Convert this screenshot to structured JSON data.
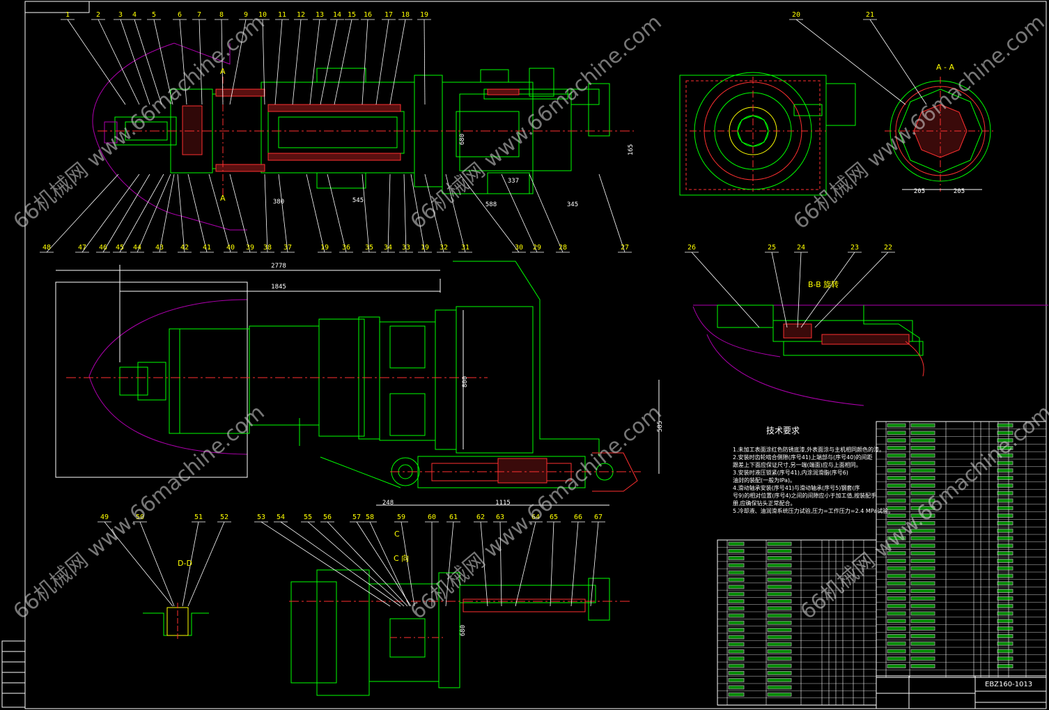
{
  "colors": {
    "background": "#000000",
    "outline": "#00ff00",
    "leader": "#ffffff",
    "center_line": "#ff3030",
    "dimension": "#b000b0",
    "hatch": "#ff3030",
    "label_text": "#ffff00",
    "frame": "#ffffff"
  },
  "top_balloons": [
    "1",
    "2",
    "3",
    "4",
    "5",
    "6",
    "7",
    "8",
    "9",
    "10",
    "11",
    "12",
    "13",
    "14",
    "15",
    "16",
    "17",
    "18",
    "19",
    "20",
    "21"
  ],
  "bottom_balloons_row1": [
    "48",
    "47",
    "46",
    "45",
    "44",
    "43",
    "42",
    "41",
    "40",
    "39",
    "38",
    "37",
    "19",
    "36",
    "35",
    "34",
    "33",
    "19",
    "32",
    "31",
    "30",
    "29",
    "28",
    "27"
  ],
  "bb_balloons": [
    "26",
    "25",
    "24",
    "23",
    "22"
  ],
  "bottom_balloons_row2": [
    "49",
    "50",
    "51",
    "52",
    "53",
    "54",
    "55",
    "56",
    "57",
    "58",
    "59",
    "60",
    "61",
    "62",
    "63",
    "64",
    "65",
    "66",
    "67"
  ],
  "dimensions": {
    "d1": "2778",
    "d2": "1845",
    "d3": "380",
    "d4": "545",
    "d5": "588",
    "d6": "337",
    "d7": "345",
    "d8": "165",
    "d9": "800",
    "d10": "585",
    "d11": "248",
    "d12": "1115",
    "d13": "205",
    "d14": "205",
    "d15": "680",
    "d16": "680"
  },
  "view_labels": {
    "aa": "A - A",
    "bb": "B-B 旋转",
    "cc": "C 向",
    "dd": "D-D",
    "sec_a_top": "A",
    "sec_a_bottom": "A",
    "arrow_c": "C"
  },
  "tech_req": {
    "title": "技术要求",
    "items": [
      "1.未加工表面涂红色防锈底漆,外表面涂与主机相同颜色的漆。",
      "2.安装时齿轮啮合侧隙(序号41)上端部与(序号40)的间距",
      "  跟差上下面应保证尺寸,另一端(端面)应与上面相同。",
      "3.安装时液压锁紧(序号41),内涂润滑脂(序号6)",
      "  油封的装配(一般为IPa)。",
      "4.滑动轴承安装(序号41)与滑动轴承(序号5)钢套(序",
      "  号9)的相对位置(序号4)之间的间隙应小于加工值,按装配手",
      "  册,应确保钻头正常配合。",
      "5.冷却液、油润滑系统压力试验,压力=工作压力=2.4 MPa试验。"
    ]
  },
  "title_block": {
    "drawing_no": "EBZ160-1013"
  },
  "watermark": {
    "text": "66机械网 www.66machine.com",
    "short": "www.66machine.com"
  }
}
